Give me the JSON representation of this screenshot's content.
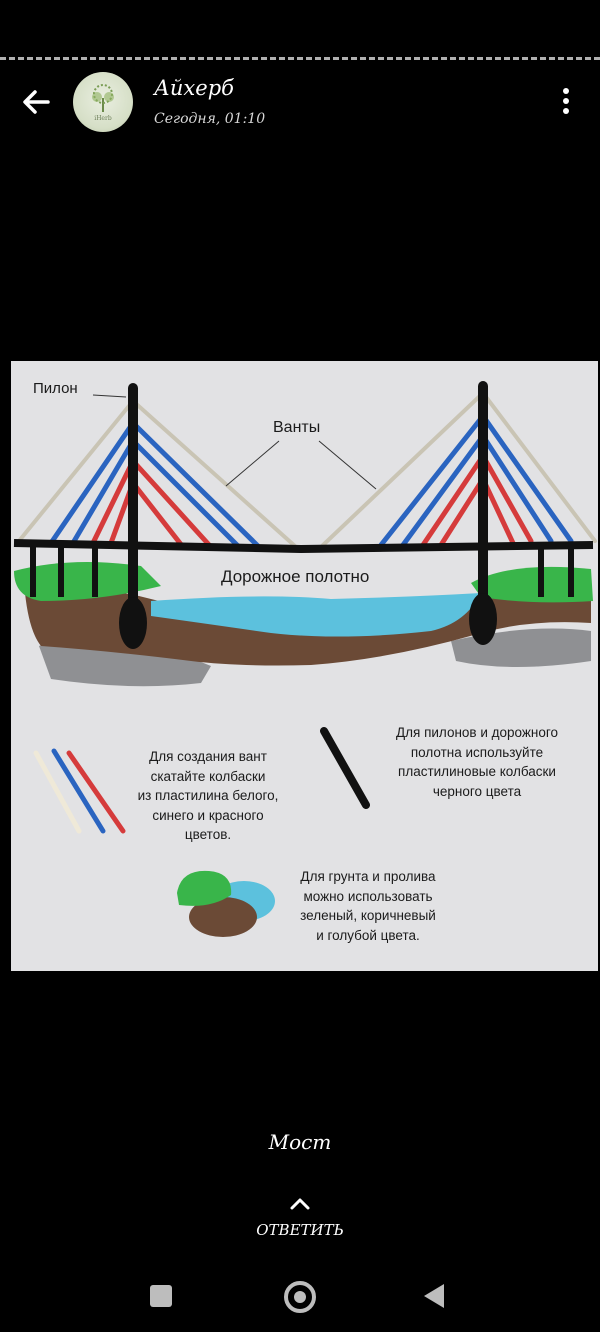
{
  "header": {
    "title": "Айхерб",
    "subtitle": "Сегодня, 01:10",
    "avatar_text": "iHerb"
  },
  "image": {
    "label_pylon": "Пилон",
    "label_cables": "Ванты",
    "label_deck": "Дорожное полотно",
    "text_cables": "Для создания вант\nскатайте колбаски\nиз пластилина белого,\nсинего и красного\nцветов.",
    "text_pylons": "Для пилонов и дорожного\nполотна используйте\nпластилиновые колбаски\nчерного цвета",
    "text_ground": "Для грунта и пролива\nможно использовать\nзеленый, коричневый\nи голубой цвета."
  },
  "caption": "Мост",
  "reply_label": "ОТВЕТИТЬ",
  "icons": {
    "back": "arrow-left-icon",
    "menu": "more-vertical-icon",
    "reply": "chevron-up-icon",
    "nav_recent": "square-icon",
    "nav_home": "circle-icon",
    "nav_back": "triangle-left-icon"
  },
  "colors": {
    "background": "#000000",
    "card": "#e2e2e4",
    "cable_blue": "#2a64c0",
    "cable_red": "#d53b3b",
    "water": "#5cc1dd",
    "grass": "#39b54a",
    "soil": "#6b4a36"
  }
}
